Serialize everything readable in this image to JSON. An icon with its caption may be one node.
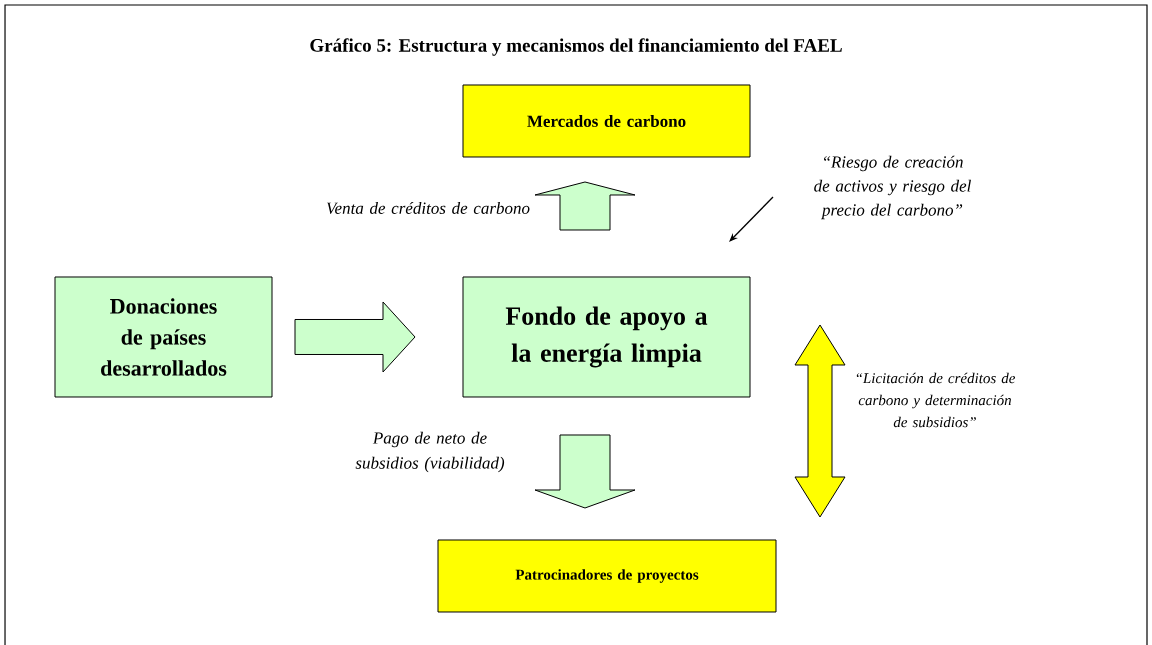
{
  "diagram": {
    "title": "Gráfico 5: Estructura y mecanismos del financiamiento del FAEL",
    "nodes": [
      {
        "text": [
          "Mercados de carbono"
        ]
      },
      {
        "text": [
          "Donaciones de países desarrollados"
        ]
      },
      {
        "text": [
          "Fondo de apoyo a la energía limpia"
        ]
      },
      {
        "text": [
          "Patrocinadores de proyectos"
        ]
      },
      {
        "text": [
          "“Riesgo de creación de activos y riesgo del precio del carbono”"
        ]
      }
    ],
    "edges": [
      {
        "from": 1,
        "to": 2,
        "arrow": "to",
        "color": "#ccffcc"
      },
      {
        "from": 2,
        "to": 0,
        "arrow": "to",
        "color": "#ccffcc",
        "label": "Venta de créditos de carbono"
      },
      {
        "from": 2,
        "to": 3,
        "arrow": "to",
        "color": "#ccffcc",
        "label": "Pago de neto de subsidios (viabilidad)"
      },
      {
        "from": 2,
        "to": 3,
        "arrow": "both",
        "color": "#ffff00",
        "label": "“Licitación de créditos de carbono y determinación de subsidios”"
      },
      {
        "from": 4,
        "to": 2,
        "arrow": "to"
      }
    ]
  }
}
